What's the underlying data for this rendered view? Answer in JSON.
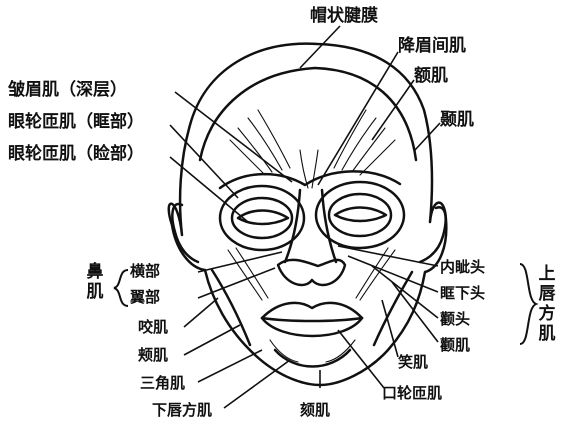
{
  "diagram": {
    "labels": {
      "galea": "帽状腱膜",
      "procerus": "降眉间肌",
      "frontalis": "额肌",
      "temporalis": "颞肌",
      "corrugator": "皱眉肌（深层）",
      "orbicularis_orbital": "眼轮匝肌（眶部）",
      "orbicularis_palpebral": "眼轮匝肌（睑部）",
      "nasalis_group": "鼻肌",
      "nasalis_transverse": "横部",
      "nasalis_alar": "翼部",
      "masseter": "咬肌",
      "buccinator": "颊肌",
      "triangularis": "三角肌",
      "depressor_lower_lip": "下唇方肌",
      "mentalis": "颏肌",
      "orbicularis_oris": "口轮匝肌",
      "risorius": "笑肌",
      "angular_head": "内眦头",
      "infraorbital_head": "眶下头",
      "zygomatic_head": "颧头",
      "zygomaticus": "颧肌",
      "quadratus_upper_lip": "上唇方肌"
    }
  }
}
